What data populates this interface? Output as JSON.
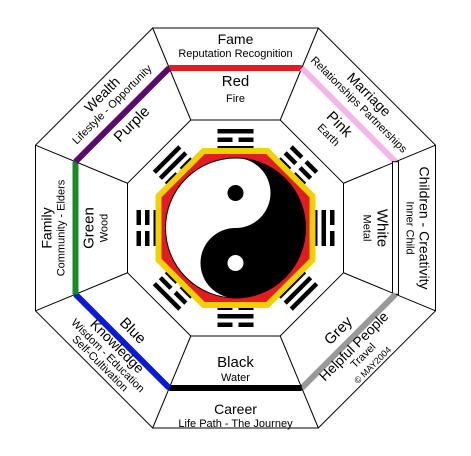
{
  "areas": [
    {
      "id": "fame",
      "title": "Fame",
      "subtitle": "Reputation Recognition",
      "color_name": "Red",
      "element": "Fire",
      "bar_color": "#e31b23",
      "trigram": [
        1,
        0,
        1
      ]
    },
    {
      "id": "marriage",
      "title": "Marriage",
      "subtitle": "Relationships Partnerships",
      "color_name": "Pink",
      "element": "Earth",
      "bar_color": "#f7b6e9",
      "trigram": [
        0,
        0,
        0
      ]
    },
    {
      "id": "children",
      "title": "Children - Creativity",
      "subtitle": "Inner Child",
      "color_name": "White",
      "element": "Metal",
      "bar_color": "#ffffff",
      "trigram": [
        0,
        1,
        1
      ]
    },
    {
      "id": "helpful",
      "title": "Helpful People",
      "subtitle": "Travel",
      "color_name": "Grey",
      "element": "",
      "bar_color": "#999999",
      "trigram": [
        1,
        1,
        1
      ]
    },
    {
      "id": "career",
      "title": "Career",
      "subtitle": "Life Path - The Journey",
      "color_name": "Black",
      "element": "Water",
      "bar_color": "#000000",
      "trigram": [
        0,
        1,
        0
      ]
    },
    {
      "id": "knowledge",
      "title": "Knowledge",
      "subtitle": "Wisdom - Education",
      "subtitle2": "Self-Cultivation",
      "color_name": "Blue",
      "element": "",
      "bar_color": "#0a1ad6",
      "trigram": [
        1,
        0,
        0
      ]
    },
    {
      "id": "family",
      "title": "Family",
      "subtitle": "Community - Elders",
      "color_name": "Green",
      "element": "Wood",
      "bar_color": "#168a23",
      "trigram": [
        0,
        0,
        1
      ]
    },
    {
      "id": "wealth",
      "title": "Wealth",
      "subtitle": "Lifestyle - Opportunity",
      "color_name": "Purple",
      "element": "",
      "bar_color": "#5a0a6e",
      "trigram": [
        1,
        1,
        0
      ]
    }
  ],
  "copyright": "© MAY2004",
  "center": {
    "outer_color": "#f2d100",
    "inner_color": "#e31b23"
  }
}
